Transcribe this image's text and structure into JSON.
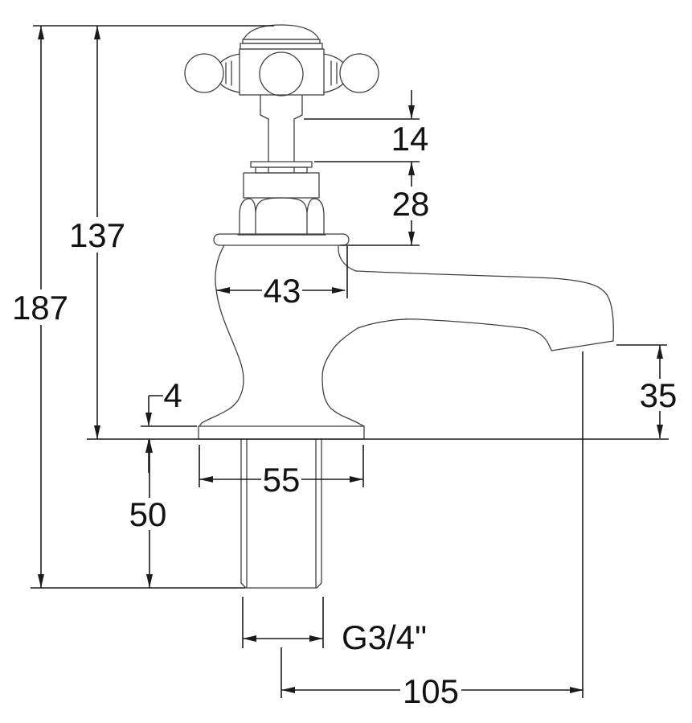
{
  "drawing": {
    "title": "Pillar tap with crosshead handle - dimensioned side elevation",
    "units": "mm",
    "style": {
      "background": "#ffffff",
      "outline_color": "#3f3f3f",
      "dimension_color": "#1b1b1b",
      "text_color": "#121212"
    },
    "dimensions": {
      "overall_height": "187",
      "deck_to_handle_top": "137",
      "handle_stem": "14",
      "bonnet_height": "28",
      "body_width": "43",
      "flange_thickness": "4",
      "spout_outlet_height": "35",
      "base_flange_width": "55",
      "thread_length": "50",
      "thread_spec": "G3/4\"",
      "spout_reach": "105"
    }
  }
}
